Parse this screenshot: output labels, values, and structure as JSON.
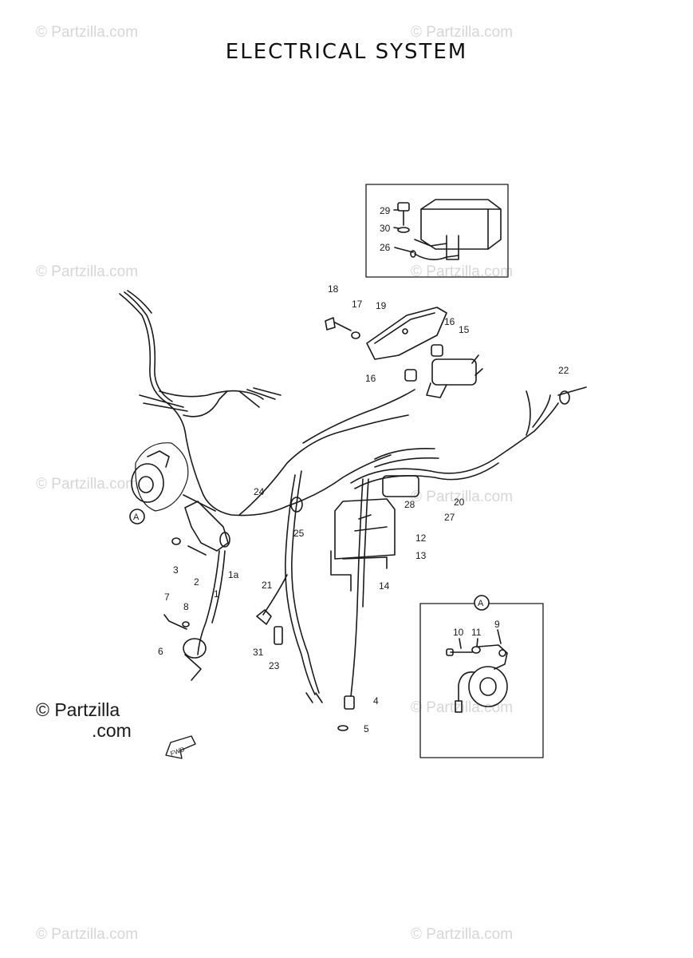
{
  "title": "ELECTRICAL SYSTEM",
  "watermark": "© Partzilla.com",
  "brand": {
    "line1": "© Partzilla",
    "line2": ".com"
  },
  "fwd_label": "FWD",
  "detail_label": "A",
  "callouts": [
    "29",
    "30",
    "26",
    "18",
    "17",
    "19",
    "16",
    "15",
    "16",
    "22",
    "24",
    "28",
    "20",
    "27",
    "12",
    "13",
    "25",
    "14",
    "3",
    "2",
    "1",
    "1a",
    "21",
    "7",
    "8",
    "6",
    "31",
    "23",
    "4",
    "5",
    "10",
    "11",
    "9",
    "A"
  ],
  "colors": {
    "ink": "#1a1a1a",
    "watermark": "#d6d6d6",
    "background": "#ffffff"
  }
}
